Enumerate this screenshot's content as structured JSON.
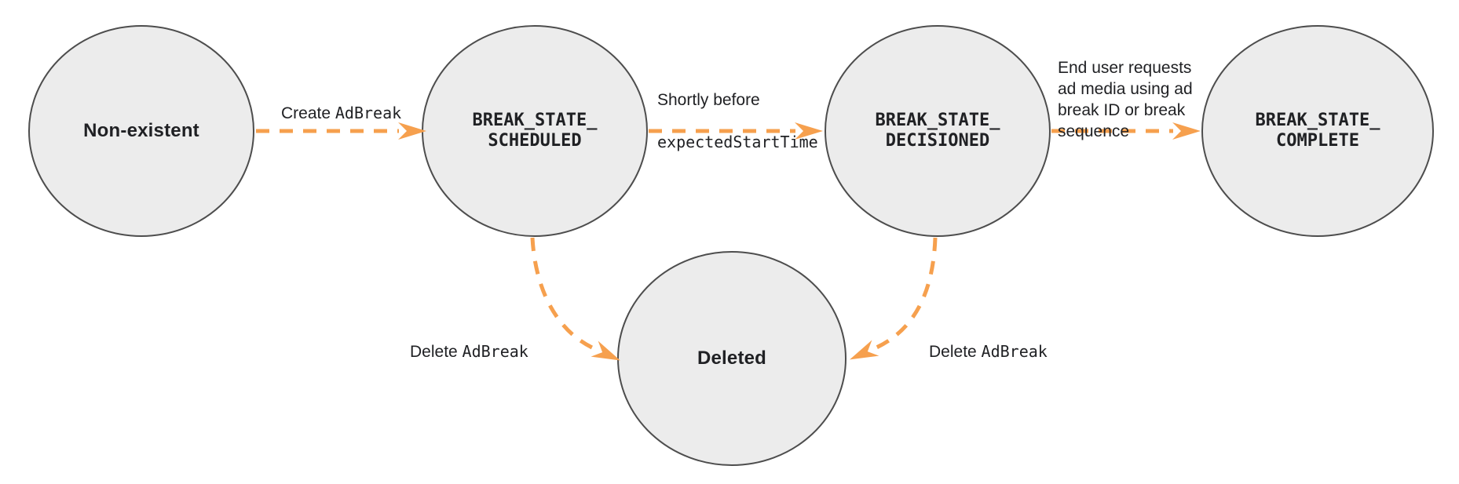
{
  "colors": {
    "arrow": "#F6A04E",
    "node_fill": "#ECECEC",
    "node_stroke": "#4D4D4D",
    "text": "#202124",
    "background": "#FFFFFF"
  },
  "states": [
    {
      "id": "non-existent",
      "label": "Non-existent"
    },
    {
      "id": "break-state-scheduled",
      "label": "BREAK_STATE_\nSCHEDULED"
    },
    {
      "id": "break-state-decisioned",
      "label": "BREAK_STATE_\nDECISIONED"
    },
    {
      "id": "break-state-complete",
      "label": "BREAK_STATE_\nCOMPLETE"
    },
    {
      "id": "deleted",
      "label": "Deleted"
    }
  ],
  "transitions": [
    {
      "from": "non-existent",
      "to": "break-state-scheduled",
      "label_sans": "Create ",
      "label_mono": "AdBreak"
    },
    {
      "from": "break-state-scheduled",
      "to": "break-state-decisioned",
      "label_sans": "Shortly before",
      "label_mono": "expectedStartTime"
    },
    {
      "from": "break-state-decisioned",
      "to": "break-state-complete",
      "label_sans": "End user requests\nad media using ad\nbreak ID or break\nsequence",
      "label_mono": ""
    },
    {
      "from": "break-state-scheduled",
      "to": "deleted",
      "label_sans": "Delete ",
      "label_mono": "AdBreak"
    },
    {
      "from": "break-state-decisioned",
      "to": "deleted",
      "label_sans": "Delete ",
      "label_mono": "AdBreak"
    }
  ]
}
